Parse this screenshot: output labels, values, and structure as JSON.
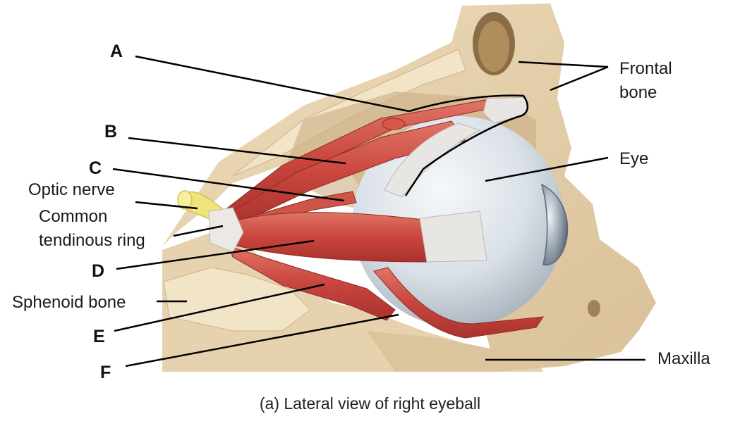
{
  "letters": [
    "A",
    "B",
    "C",
    "D",
    "E",
    "F"
  ],
  "labels": {
    "optic_nerve": "Optic nerve",
    "common_tendinous_ring_line1": "Common",
    "common_tendinous_ring_line2": "tendinous ring",
    "sphenoid_bone": "Sphenoid bone",
    "frontal_bone_line1": "Frontal",
    "frontal_bone_line2": "bone",
    "eye": "Eye",
    "maxilla": "Maxilla"
  },
  "caption": "(a) Lateral view of right eyeball",
  "colors": {
    "bone": "#e9d6b4",
    "bone_shadow": "#d6bd93",
    "cancellous_bone": "#f1e3c6",
    "muscle": "#c9453d",
    "muscle_light": "#de6a5c",
    "tendon": "#e4e2de",
    "eyeball": "#dde4ea",
    "optic_nerve": "#efe47a",
    "leader_line": "#000000"
  }
}
